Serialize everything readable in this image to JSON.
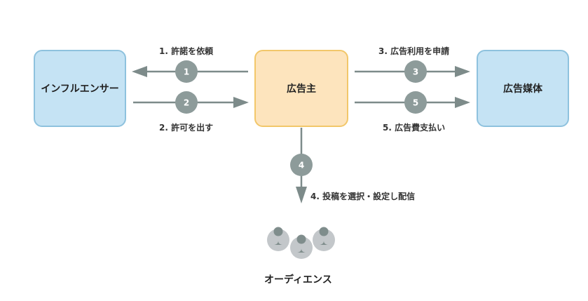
{
  "nodes": {
    "influencer": "インフルエンサー",
    "advertiser": "広告主",
    "media": "広告媒体",
    "audience": "オーディエンス"
  },
  "steps": [
    {
      "number": "1",
      "label": "1. 許諾を依頼",
      "from": "広告主",
      "to": "インフルエンサー"
    },
    {
      "number": "2",
      "label": "2. 許可を出す",
      "from": "インフルエンサー",
      "to": "広告主"
    },
    {
      "number": "3",
      "label": "3. 広告利用を申請",
      "from": "広告主",
      "to": "広告媒体"
    },
    {
      "number": "4",
      "label": "4. 投稿を選択・設定し配信",
      "from": "広告主",
      "to": "オーディエンス"
    },
    {
      "number": "5",
      "label": "5. 広告費支払い",
      "from": "広告主",
      "to": "広告媒体"
    }
  ],
  "colors": {
    "influencer_fill": "#c5e3f4",
    "influencer_border": "#8ec2de",
    "advertiser_fill": "#fde4bd",
    "advertiser_border": "#f2c76a",
    "arrow": "#7d8b8a",
    "badge": "#8d9b9a",
    "audience_circle": "#c3c7ca",
    "audience_person": "#7f8d8c"
  }
}
